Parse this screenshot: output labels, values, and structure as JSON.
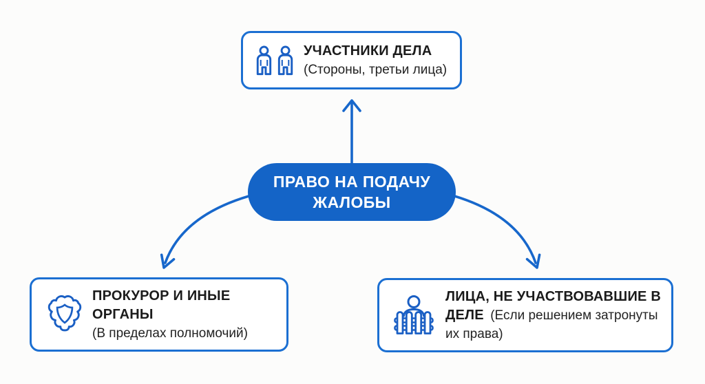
{
  "colors": {
    "background": "#fcfcfb",
    "box_border_blue": "#1b6fd2",
    "pill_blue": "#1464c7",
    "pill_text": "#ffffff",
    "arrow_blue": "#1767cb",
    "icon_blue": "#1a5fc4",
    "text_dark": "#1b1b1b"
  },
  "center_pill": {
    "line1": "ПРАВО НА ПОДАЧУ",
    "line2": "ЖАЛОБЫ"
  },
  "boxes": {
    "participants": {
      "title": "УЧАСТНИКИ ДЕЛА",
      "subtitle": "(Стороны, третьи лица)",
      "icon": "two-people-icon"
    },
    "prosecutor": {
      "title": "ПРОКУРОР И ИНЫЕ ОРГАНЫ",
      "subtitle": "(В пределах полномочий)",
      "icon": "shield-icon"
    },
    "non_participants": {
      "title": "ЛИЦА, НЕ УЧАСТВОВАВШИЕ В ДЕЛЕ",
      "subtitle": "(Если решением затронуты их права)",
      "icon": "person-fence-icon"
    }
  }
}
